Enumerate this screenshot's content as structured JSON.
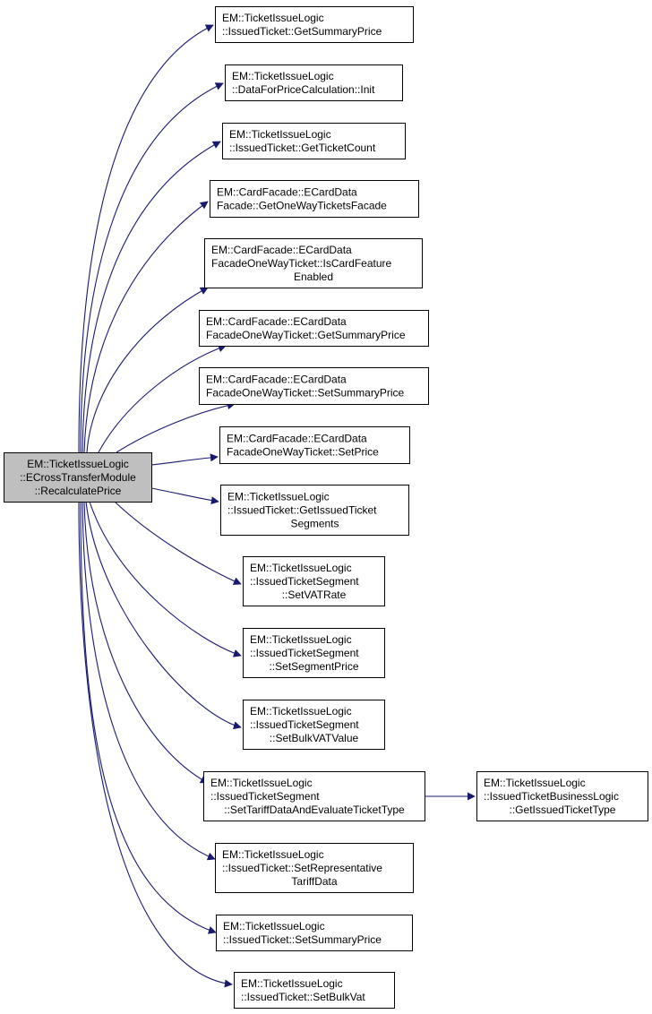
{
  "diagram": {
    "type": "call-graph",
    "colors": {
      "edge": "#191970",
      "root_fill": "#bfbfbf",
      "node_fill": "#ffffff",
      "border": "#000000"
    },
    "root": {
      "id": "root",
      "lines": [
        "EM::TicketIssueLogic",
        "::ECrossTransferModule",
        "::RecalculatePrice"
      ]
    },
    "nodes": [
      {
        "id": "n1",
        "lines": [
          "EM::TicketIssueLogic",
          "::IssuedTicket::GetSummaryPrice"
        ],
        "align": "left"
      },
      {
        "id": "n2",
        "lines": [
          "EM::TicketIssueLogic",
          "::DataForPriceCalculation::Init"
        ],
        "align": "left"
      },
      {
        "id": "n3",
        "lines": [
          "EM::TicketIssueLogic",
          "::IssuedTicket::GetTicketCount"
        ],
        "align": "left"
      },
      {
        "id": "n4",
        "lines": [
          "EM::CardFacade::ECardData",
          "Facade::GetOneWayTicketsFacade"
        ],
        "align": "left"
      },
      {
        "id": "n5",
        "lines": [
          "EM::CardFacade::ECardData",
          "FacadeOneWayTicket::IsCardFeature",
          "Enabled"
        ],
        "align": "left"
      },
      {
        "id": "n6",
        "lines": [
          "EM::CardFacade::ECardData",
          "FacadeOneWayTicket::GetSummaryPrice"
        ],
        "align": "left"
      },
      {
        "id": "n7",
        "lines": [
          "EM::CardFacade::ECardData",
          "FacadeOneWayTicket::SetSummaryPrice"
        ],
        "align": "left"
      },
      {
        "id": "n8",
        "lines": [
          "EM::CardFacade::ECardData",
          "FacadeOneWayTicket::SetPrice"
        ],
        "align": "left"
      },
      {
        "id": "n9",
        "lines": [
          "EM::TicketIssueLogic",
          "::IssuedTicket::GetIssuedTicket",
          "Segments"
        ],
        "align": "left"
      },
      {
        "id": "n10",
        "lines": [
          "EM::TicketIssueLogic",
          "::IssuedTicketSegment",
          "::SetVATRate"
        ],
        "align": "left"
      },
      {
        "id": "n11",
        "lines": [
          "EM::TicketIssueLogic",
          "::IssuedTicketSegment",
          "::SetSegmentPrice"
        ],
        "align": "left"
      },
      {
        "id": "n12",
        "lines": [
          "EM::TicketIssueLogic",
          "::IssuedTicketSegment",
          "::SetBulkVATValue"
        ],
        "align": "left"
      },
      {
        "id": "n13",
        "lines": [
          "EM::TicketIssueLogic",
          "::IssuedTicketSegment",
          "::SetTariffDataAndEvaluateTicketType"
        ],
        "align": "left"
      },
      {
        "id": "n14",
        "lines": [
          "EM::TicketIssueLogic",
          "::IssuedTicket::SetRepresentative",
          "TariffData"
        ],
        "align": "left"
      },
      {
        "id": "n15",
        "lines": [
          "EM::TicketIssueLogic",
          "::IssuedTicket::SetSummaryPrice"
        ],
        "align": "left"
      },
      {
        "id": "n16",
        "lines": [
          "EM::TicketIssueLogic",
          "::IssuedTicket::SetBulkVat"
        ],
        "align": "left"
      },
      {
        "id": "n17",
        "lines": [
          "EM::TicketIssueLogic",
          "::IssuedTicketBusinessLogic",
          "::GetIssuedTicketType"
        ],
        "align": "left"
      }
    ],
    "edges": [
      {
        "from": "root",
        "to": "n1"
      },
      {
        "from": "root",
        "to": "n2"
      },
      {
        "from": "root",
        "to": "n3"
      },
      {
        "from": "root",
        "to": "n4"
      },
      {
        "from": "root",
        "to": "n5"
      },
      {
        "from": "root",
        "to": "n6"
      },
      {
        "from": "root",
        "to": "n7"
      },
      {
        "from": "root",
        "to": "n8"
      },
      {
        "from": "root",
        "to": "n9"
      },
      {
        "from": "root",
        "to": "n10"
      },
      {
        "from": "root",
        "to": "n11"
      },
      {
        "from": "root",
        "to": "n12"
      },
      {
        "from": "root",
        "to": "n13"
      },
      {
        "from": "root",
        "to": "n14"
      },
      {
        "from": "root",
        "to": "n15"
      },
      {
        "from": "root",
        "to": "n16"
      },
      {
        "from": "n13",
        "to": "n17"
      }
    ]
  }
}
